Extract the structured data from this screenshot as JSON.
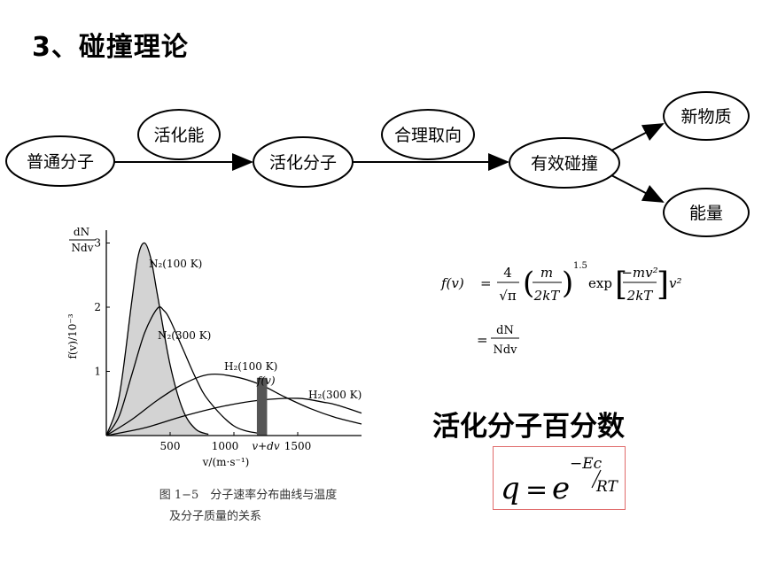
{
  "title": "3、碰撞理论",
  "flow": {
    "nodes": {
      "ordinary": "普通分子",
      "activation_energy": "活化能",
      "activated": "活化分子",
      "orientation": "合理取向",
      "effective": "有效碰撞",
      "new_substance": "新物质",
      "energy": "能量"
    }
  },
  "figure": {
    "ylabel": "f(v)/10⁻³",
    "ylabel_frac_num": "dN",
    "ylabel_frac_den": "Ndv",
    "xlabel": "v/(m·s⁻¹)",
    "v_label": "v+dv",
    "fv_label": "f(v)",
    "caption_line1": "图 1−5　分子速率分布曲线与温度",
    "caption_line2": "及分子质量的关系",
    "curve_labels": [
      "N₂(100 K)",
      "N₂(300 K)",
      "H₂(100 K)",
      "H₂(300 K)"
    ]
  },
  "chart_data": {
    "type": "line",
    "title": "",
    "xlabel": "v/(m·s⁻¹)",
    "ylabel": "f(v)/10⁻³",
    "xlim": [
      0,
      2000
    ],
    "ylim": [
      0,
      3.2
    ],
    "x_ticks": [
      "500",
      "1000",
      "1500"
    ],
    "y_ticks": [
      "1",
      "2",
      "3"
    ],
    "series": [
      {
        "name": "N₂(100 K)",
        "x": [
          0,
          100,
          200,
          250,
          300,
          350,
          400,
          500,
          600,
          700,
          800
        ],
        "values": [
          0,
          0.6,
          2.1,
          2.8,
          3.0,
          2.75,
          2.2,
          1.1,
          0.4,
          0.1,
          0.02
        ]
      },
      {
        "name": "N₂(300 K)",
        "x": [
          0,
          100,
          200,
          300,
          400,
          450,
          500,
          600,
          700,
          800,
          1000,
          1200
        ],
        "values": [
          0,
          0.3,
          0.95,
          1.6,
          1.98,
          1.95,
          1.8,
          1.35,
          0.9,
          0.55,
          0.15,
          0.03
        ]
      },
      {
        "name": "H₂(100 K)",
        "x": [
          0,
          200,
          400,
          600,
          800,
          1000,
          1200,
          1400,
          1600,
          1800,
          2000
        ],
        "values": [
          0,
          0.25,
          0.55,
          0.8,
          0.95,
          0.92,
          0.8,
          0.6,
          0.42,
          0.28,
          0.18
        ]
      },
      {
        "name": "H₂(300 K)",
        "x": [
          0,
          300,
          600,
          900,
          1200,
          1500,
          1700,
          1800,
          2000
        ],
        "values": [
          0,
          0.12,
          0.3,
          0.45,
          0.55,
          0.58,
          0.52,
          0.48,
          0.35
        ]
      }
    ]
  },
  "formula": {
    "lhs": "f(v)",
    "coef_num": "4",
    "coef_den": "√π",
    "paren_num": "m",
    "paren_den": "2kT",
    "exponent": "1.5",
    "exp_word": "exp",
    "bracket_num": "−mv²",
    "bracket_den": "2kT",
    "tail": "v²",
    "eq2_num": "dN",
    "eq2_den": "Ndv"
  },
  "activated_percentage": {
    "title": "活化分子百分数",
    "q": "q",
    "e": "e",
    "exp_num": "−Ec",
    "exp_den": "RT"
  }
}
